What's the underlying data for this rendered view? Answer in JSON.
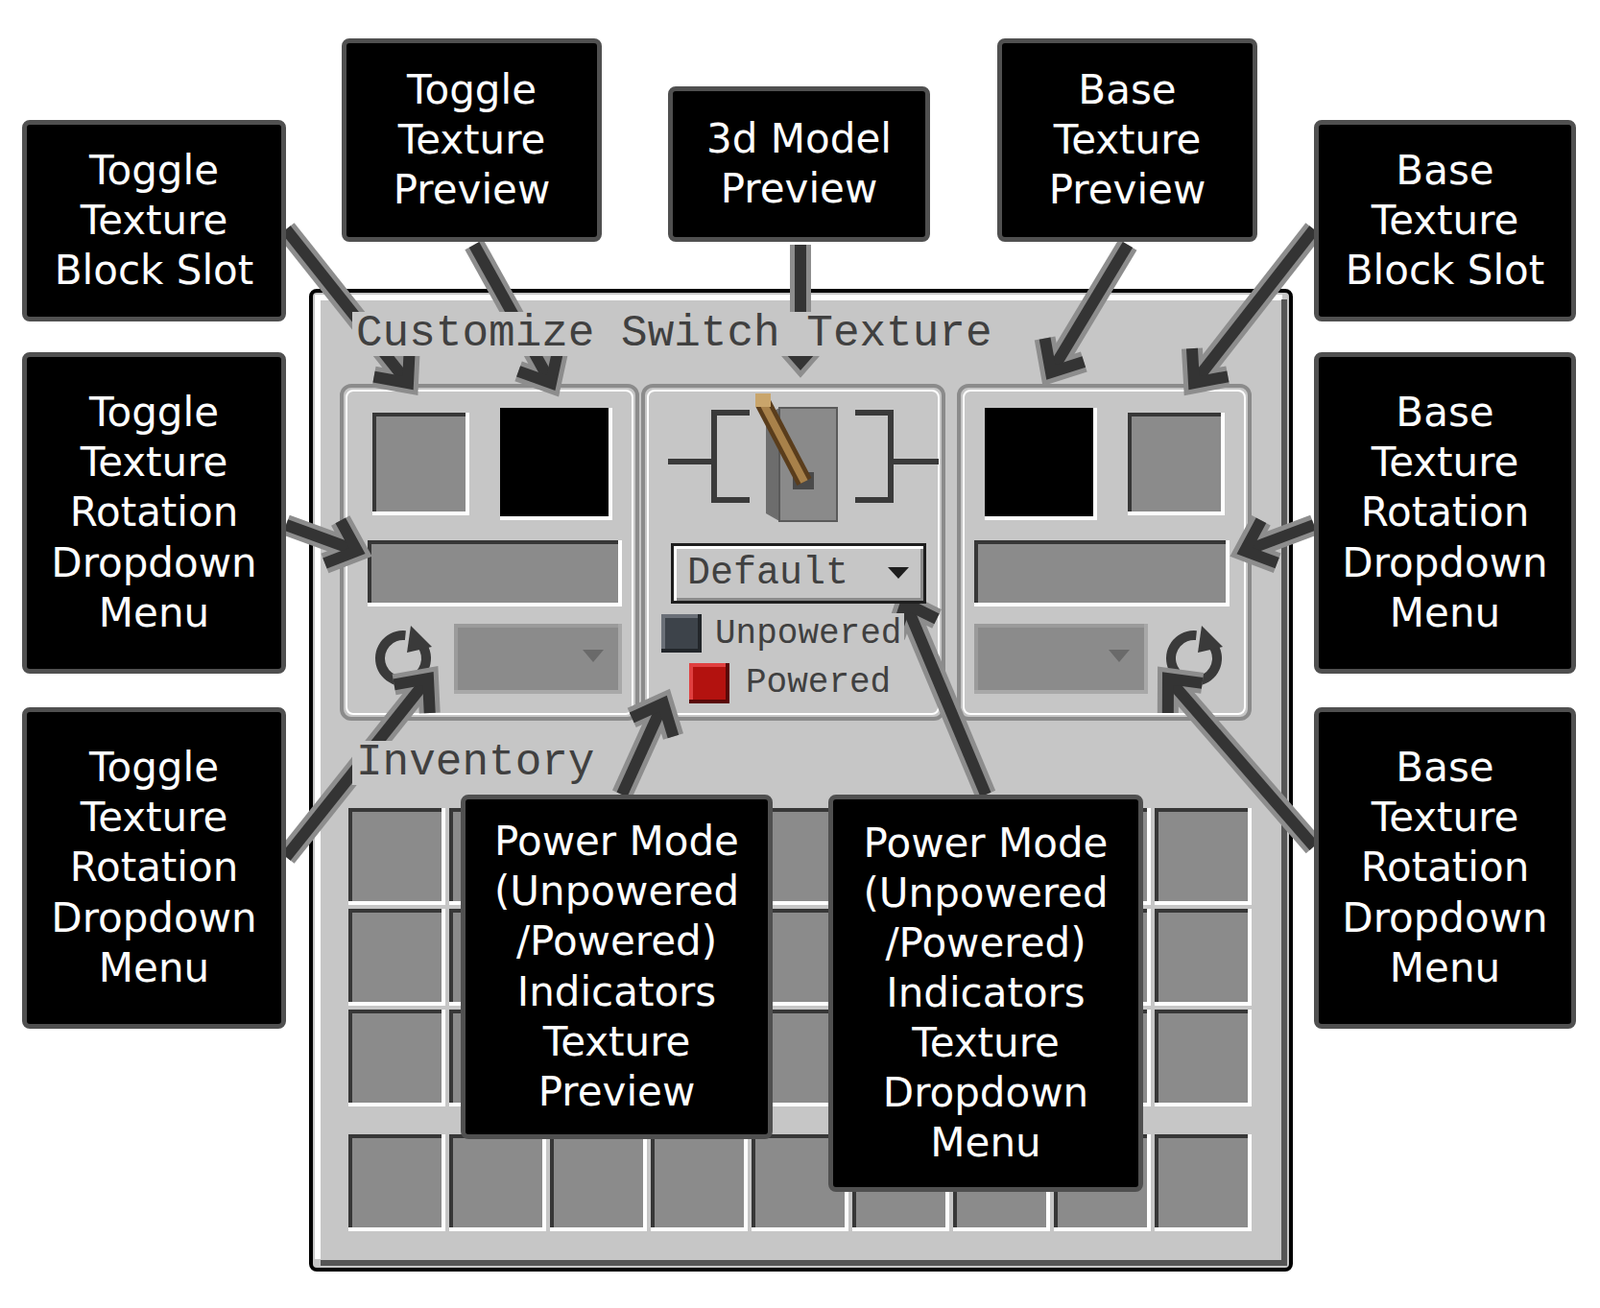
{
  "diagram": {
    "nodes": [
      {
        "text": [
          "Toggle Texture Block Slot"
        ]
      },
      {
        "text": [
          "Toggle Texture Preview"
        ]
      },
      {
        "text": [
          "3d Model Preview"
        ]
      },
      {
        "text": [
          "Base Texture Preview"
        ]
      },
      {
        "text": [
          "Base Texture Block Slot"
        ]
      },
      {
        "text": [
          "Customize Switch Texture",
          "Inventory"
        ]
      },
      {
        "text": [
          "Default"
        ],
        "in": 5
      },
      {
        "text": [
          "Toggle Texture Rotation Dropdown Menu"
        ]
      },
      {
        "text": [
          "Base Texture Rotation Dropdown Menu"
        ]
      },
      {
        "text": [
          "Toggle Texture Rotation Dropdown Menu"
        ]
      },
      {
        "text": [
          "Power Mode (Unpowered /Powered) Indicators Texture Preview"
        ]
      },
      {
        "text": [
          "Power Mode (Unpowered /Powered) Indicators Texture Dropdown Menu"
        ]
      },
      {
        "text": [
          "Base Texture Rotation Dropdown Menu"
        ]
      }
    ],
    "edges": [
      {
        "from": 11,
        "to": 6,
        "arrow": "to"
      }
    ],
    "labels": [
      "Unpowered",
      "Powered"
    ]
  }
}
